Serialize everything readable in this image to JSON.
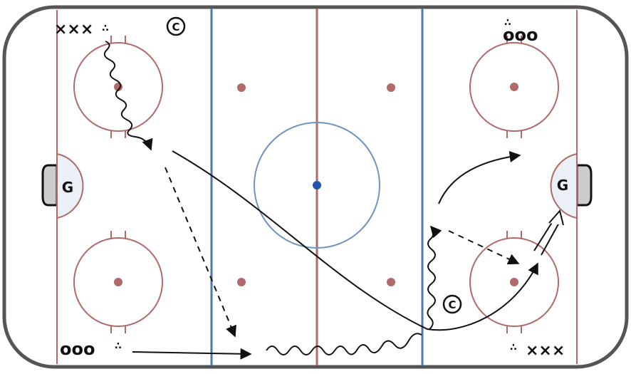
{
  "rink": {
    "goalies": [
      {
        "id": "left-goalie",
        "label": "G"
      },
      {
        "id": "right-goalie",
        "label": "G"
      }
    ],
    "coaches": [
      {
        "id": "coach-top-left",
        "label": "C"
      },
      {
        "id": "coach-bottom-right",
        "label": "C"
      }
    ],
    "player_groups": [
      {
        "id": "xs-top-left",
        "label": "×××",
        "puck": "∴"
      },
      {
        "id": "os-top-right",
        "label": "ooo",
        "puck": "∴"
      },
      {
        "id": "os-bottom-left",
        "label": "ooo",
        "puck": "∴"
      },
      {
        "id": "xs-bottom-right",
        "label": "×××",
        "puck": "∴"
      }
    ]
  },
  "colors": {
    "rink_lines": "#b06a6a",
    "blue_lines": "#4f79a8",
    "center_circle": "#6f93bf",
    "center_dot": "#1f55aa",
    "crease_fill": "#eaf0f6",
    "net_fill": "#cccccc",
    "path_stroke": "#111111"
  }
}
